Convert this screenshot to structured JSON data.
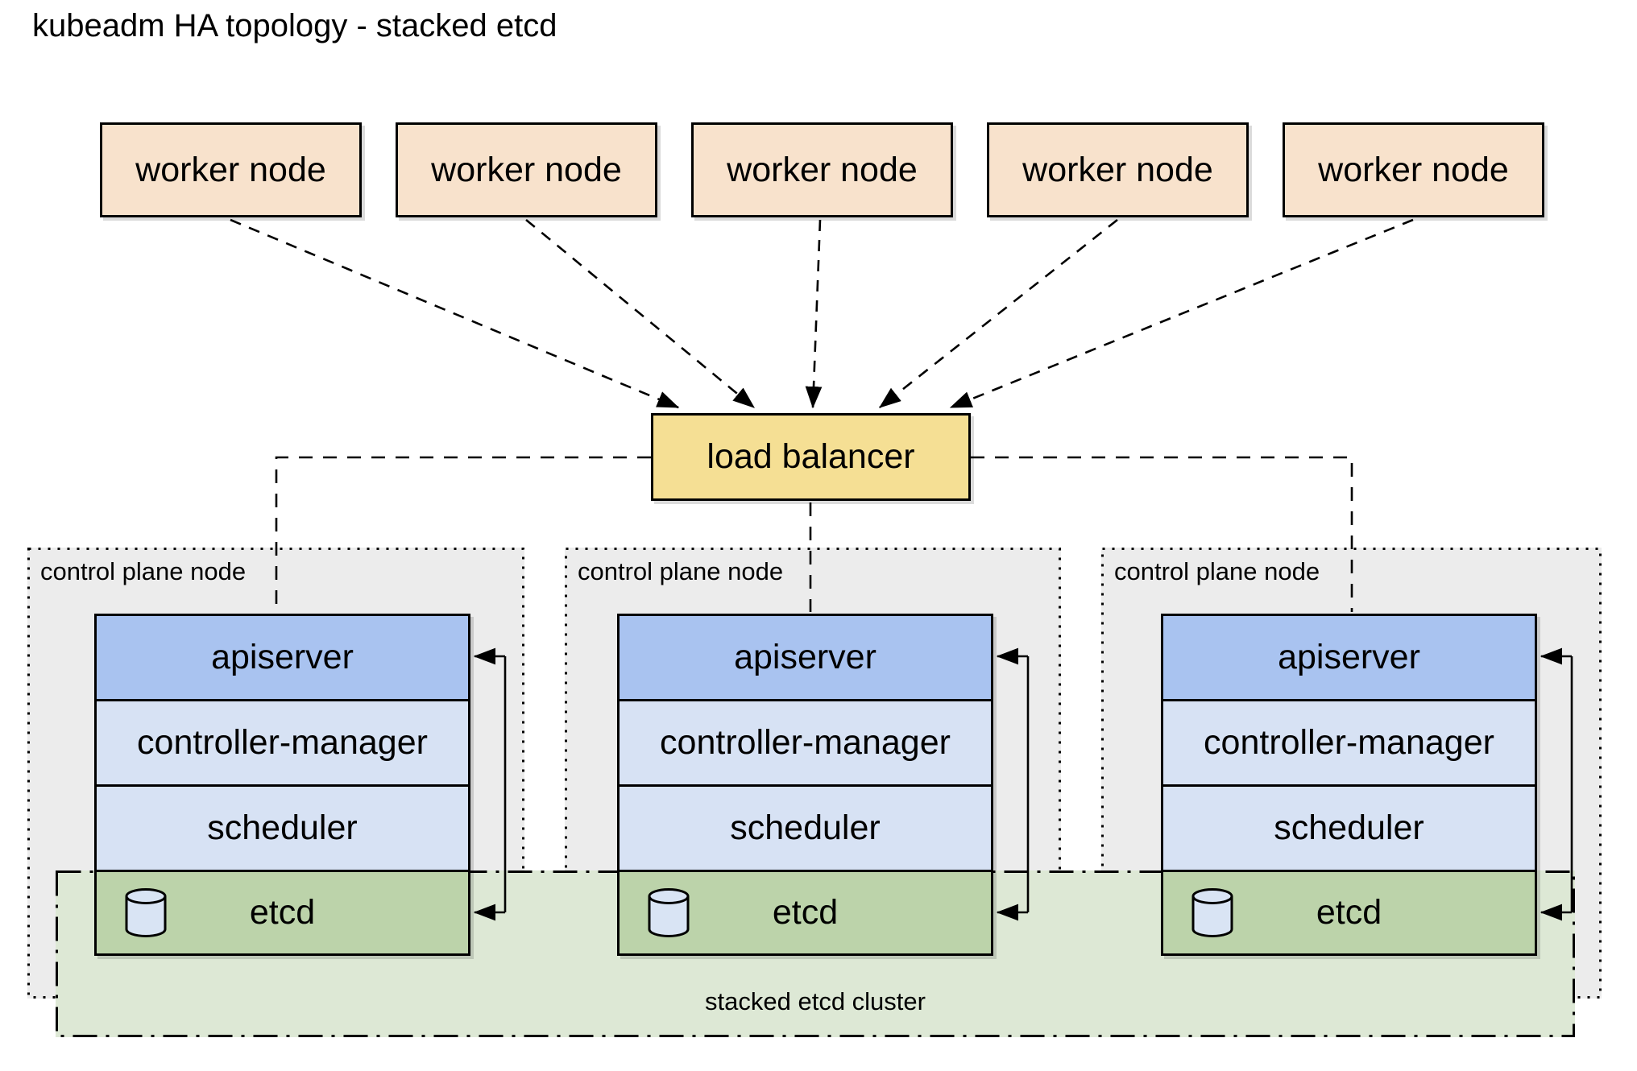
{
  "title": "kubeadm HA topology - stacked etcd",
  "worker_nodes": [
    {
      "label": "worker node"
    },
    {
      "label": "worker node"
    },
    {
      "label": "worker node"
    },
    {
      "label": "worker node"
    },
    {
      "label": "worker node"
    }
  ],
  "load_balancer": {
    "label": "load balancer"
  },
  "control_planes": [
    {
      "label": "control plane node",
      "apiserver": "apiserver",
      "controller_manager": "controller-manager",
      "scheduler": "scheduler",
      "etcd": "etcd"
    },
    {
      "label": "control plane node",
      "apiserver": "apiserver",
      "controller_manager": "controller-manager",
      "scheduler": "scheduler",
      "etcd": "etcd"
    },
    {
      "label": "control plane node",
      "apiserver": "apiserver",
      "controller_manager": "controller-manager",
      "scheduler": "scheduler",
      "etcd": "etcd"
    }
  ],
  "stacked_etcd_cluster": {
    "label": "stacked etcd cluster"
  },
  "icons": {
    "etcd_database": "database-cylinder-icon"
  },
  "colors": {
    "worker_fill": "#f8e2cc",
    "load_balancer_fill": "#f5df94",
    "control_plane_fill": "#ececec",
    "apiserver_fill": "#a9c3f0",
    "component_fill": "#d7e2f4",
    "etcd_fill": "#bcd3aa",
    "etcd_cluster_fill": "#dde8d5",
    "line": "#000000"
  },
  "edges": {
    "worker_to_lb": "dashed arrows from each worker node to load balancer",
    "lb_to_apiserver": "dashed lines from load balancer to each apiserver",
    "apiserver_etcd_loop": "solid arrows into apiserver and etcd on right side of each stack"
  }
}
